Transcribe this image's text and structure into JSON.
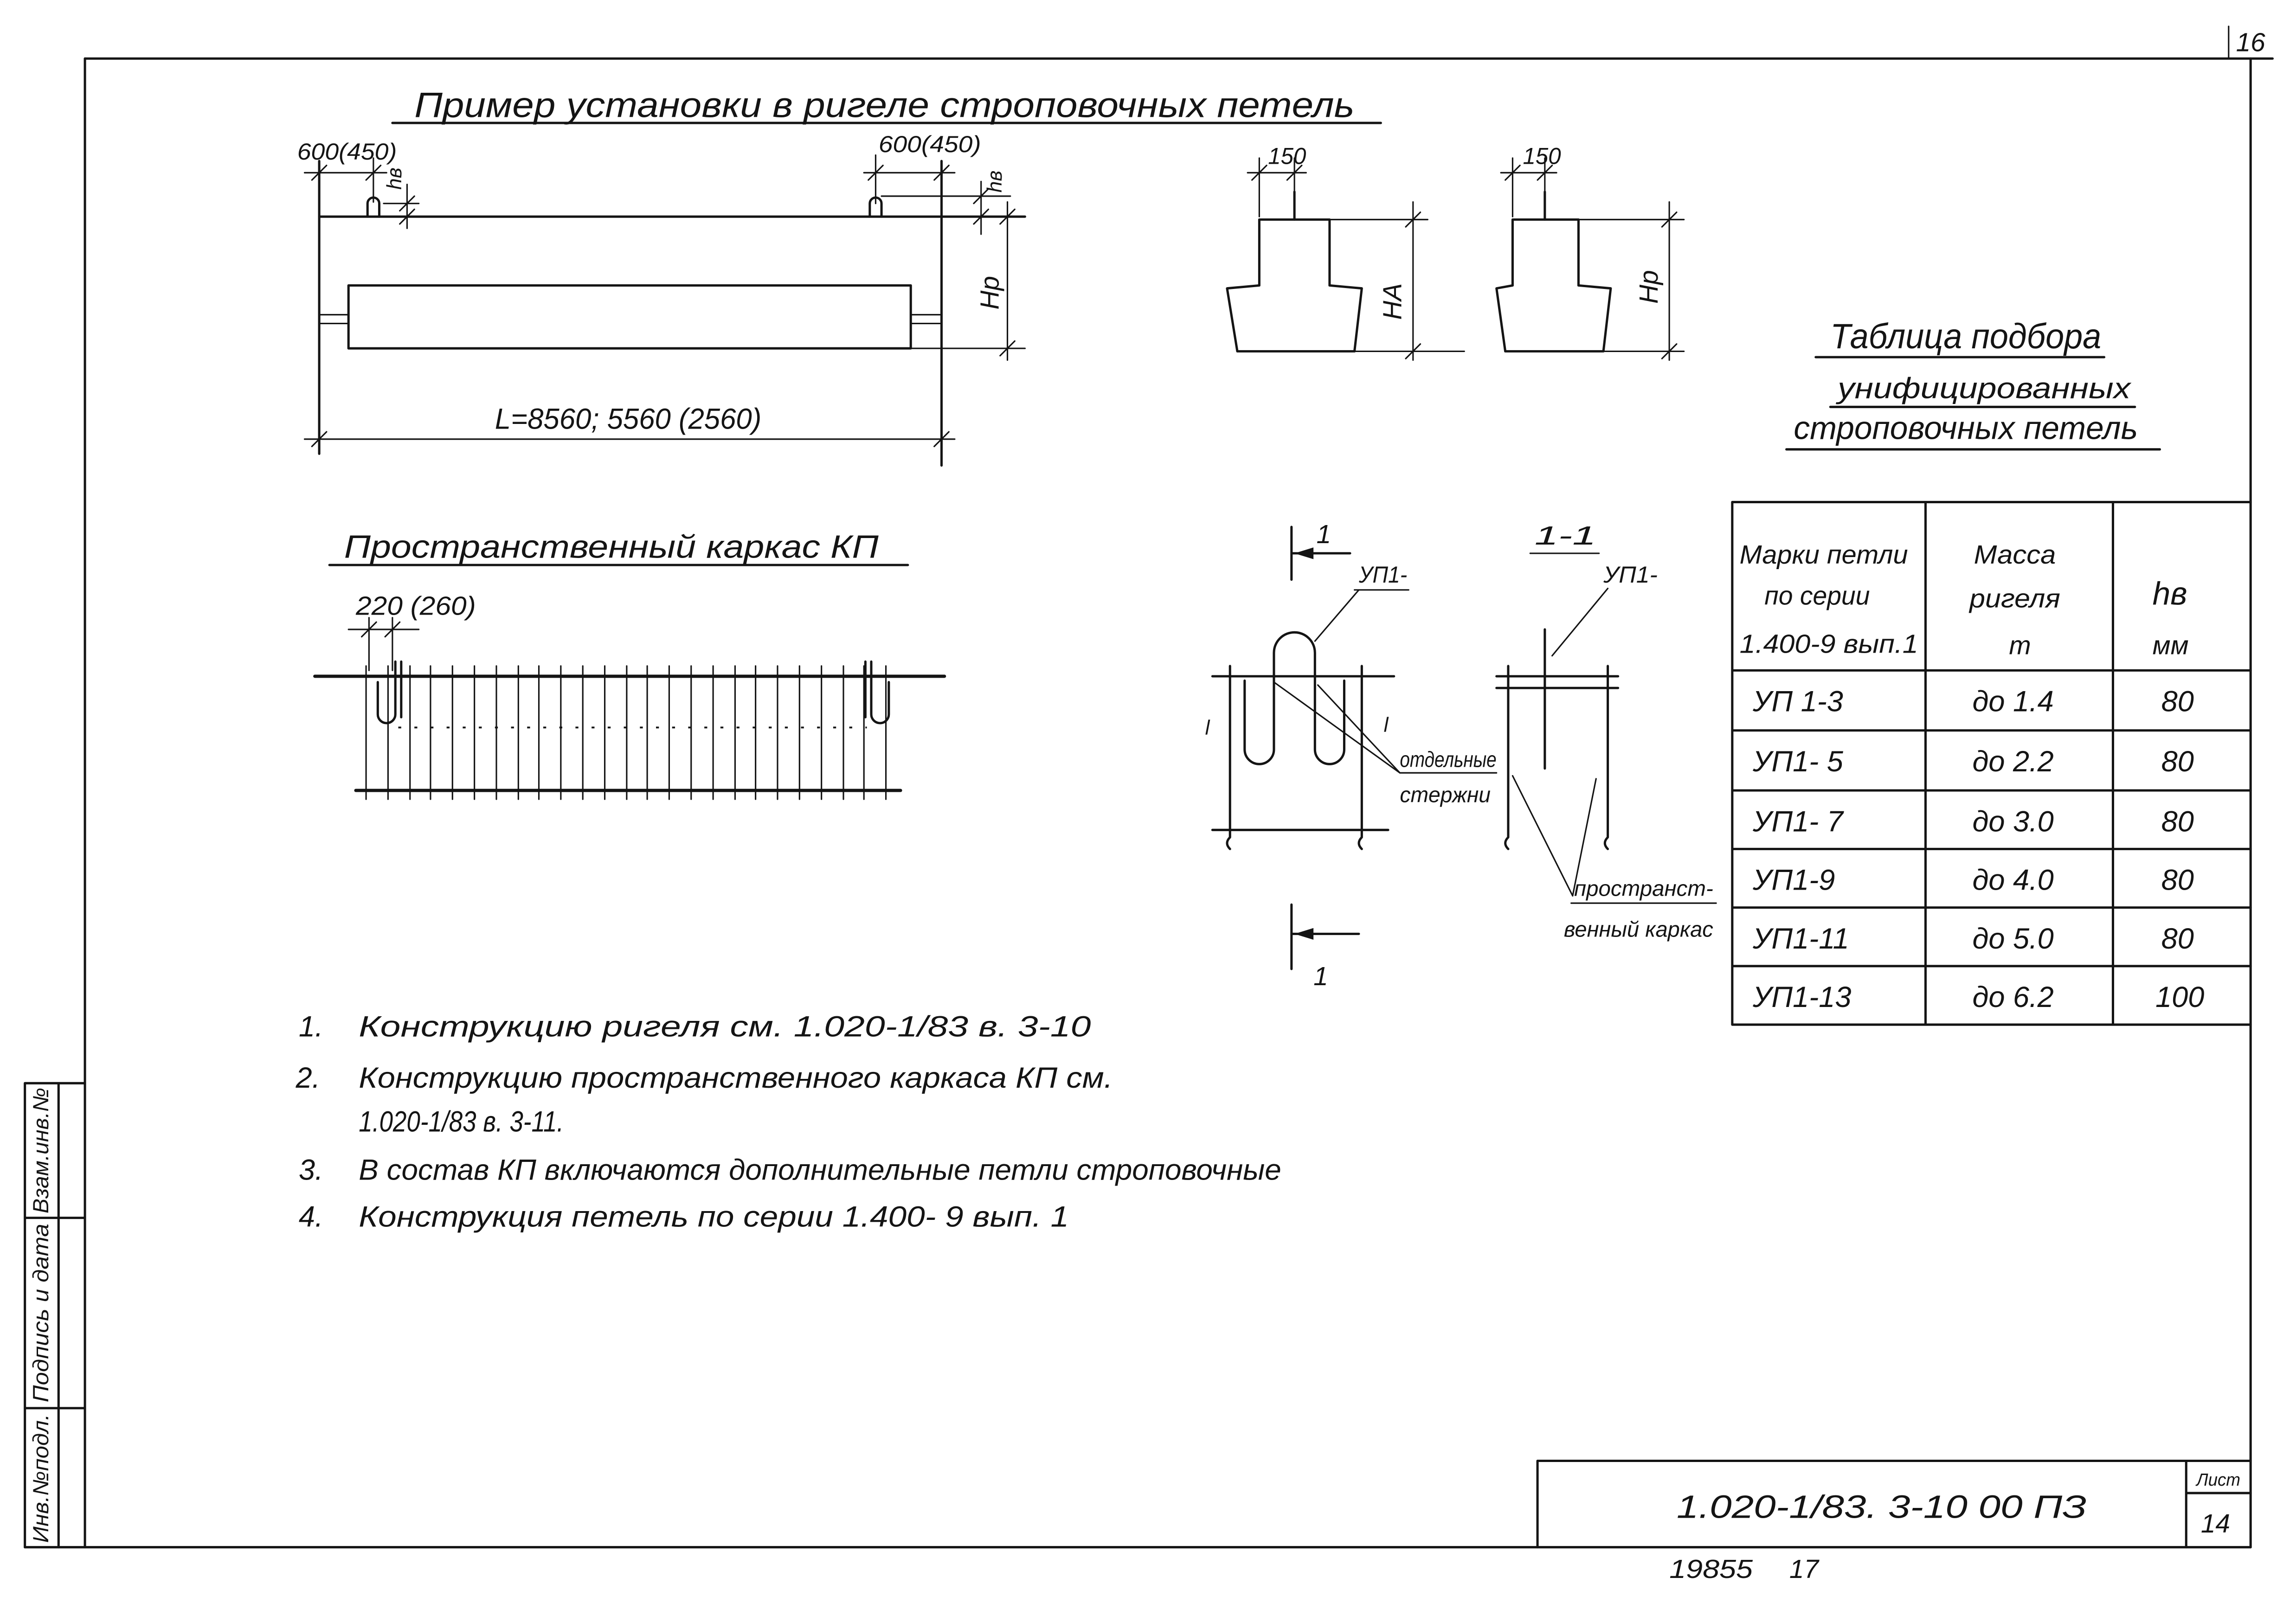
{
  "sheet_number": "16",
  "example": {
    "title": "Пример установки в ригеле строповочных петель",
    "offset_left": "600(450)",
    "offset_right": "600(450)",
    "loop_height_left": "hв",
    "loop_height_right": "hв",
    "beam_height": "Нр",
    "length": "L=8560; 5560 (2560)",
    "section_a": {
      "width": "150",
      "height": "НА"
    },
    "section_b": {
      "width": "150",
      "height": "Нр"
    }
  },
  "cage": {
    "title": "Пространственный каркас КП",
    "spacing": "220 (260)"
  },
  "section_view": {
    "mark_top": "1",
    "mark_bottom": "1",
    "loop_label": "УП1-",
    "side_mark_left": "l",
    "side_mark_right": "l",
    "bars_label": [
      "отдельные",
      "стержни"
    ]
  },
  "section_1_1": {
    "title": "1-1",
    "loop_label": "УП1-",
    "cage_label": [
      "пространст-",
      "венный каркас"
    ]
  },
  "table": {
    "title": [
      "Таблица подбора",
      "унифицированных",
      "строповочных петель"
    ],
    "headers": {
      "mark": [
        "Марки петли",
        "по серии",
        "1.400-9 вып.1"
      ],
      "mass": [
        "Масса",
        "ригеля",
        "т"
      ],
      "hv": [
        "hв",
        "мм"
      ]
    },
    "rows": [
      {
        "mark": "УП 1-3",
        "mass": "до 1.4",
        "hv": "80"
      },
      {
        "mark": "УП1- 5",
        "mass": "до 2.2",
        "hv": "80"
      },
      {
        "mark": "УП1- 7",
        "mass": "до 3.0",
        "hv": "80"
      },
      {
        "mark": "УП1-9",
        "mass": "до 4.0",
        "hv": "80"
      },
      {
        "mark": "УП1-11",
        "mass": "до 5.0",
        "hv": "80"
      },
      {
        "mark": "УП1-13",
        "mass": "до 6.2",
        "hv": "100"
      }
    ]
  },
  "notes": [
    {
      "num": "1.",
      "lines": [
        "Конструкцию ригеля см. 1.020-1/83 в. 3-10"
      ]
    },
    {
      "num": "2.",
      "lines": [
        "Конструкцию пространственного каркаса КП см.",
        "1.020-1/83 в. 3-11."
      ]
    },
    {
      "num": "3.",
      "lines": [
        "В состав КП включаются дополнительные петли строповочные"
      ]
    },
    {
      "num": "4.",
      "lines": [
        "Конструкция петель по серии 1.400- 9 вып. 1"
      ]
    }
  ],
  "stamp": {
    "replaced_inv": "Взам.инв.№",
    "signature_date": "Подпись и дата",
    "original_inv": "Инв.№подл."
  },
  "title_block": {
    "designation": "1.020-1/83. 3-10 00 ПЗ",
    "sheet_label": "Лист",
    "sheet": "14"
  },
  "footer": {
    "order": "19855",
    "number": "17"
  }
}
